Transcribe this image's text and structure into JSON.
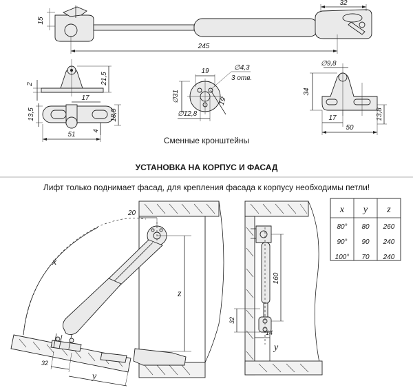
{
  "top_dimensions": {
    "overall_length": "245",
    "height": "15",
    "right_bracket_width": "32"
  },
  "bracket_views": {
    "side_bracket": {
      "thickness": "2",
      "height": "21,5"
    },
    "side_bottom": {
      "width_a": "13,5",
      "width_b": "18,5",
      "offset": "17",
      "length": "51",
      "small": "4"
    },
    "round_bracket": {
      "spacing": "19",
      "hole": "∅4,3",
      "hole_count": "3 отв.",
      "outer": "∅31",
      "diag": "19",
      "inner": "∅12,8"
    },
    "angle_bracket": {
      "pin": "∅9,8",
      "height": "34",
      "offset": "17",
      "length": "50",
      "foot": "13,8"
    },
    "caption": "Сменные кронштейны"
  },
  "section_title": "УСТАНОВКА НА КОРПУС И ФАСАД",
  "note": "Лифт только поднимает фасад, для крепления фасада к корпусу необходимы петли!",
  "install_dims": {
    "x_var": "x",
    "y_var": "y",
    "z_var": "z",
    "top_offset": "20",
    "bottom_offset": "32",
    "side_length": "160",
    "side_offset": "32",
    "side_small": "14",
    "side_y": "y"
  },
  "table": {
    "headers": [
      "x",
      "y",
      "z"
    ],
    "rows": [
      [
        "80°",
        "80",
        "260"
      ],
      [
        "90°",
        "90",
        "240"
      ],
      [
        "100°",
        "70",
        "240"
      ]
    ]
  }
}
